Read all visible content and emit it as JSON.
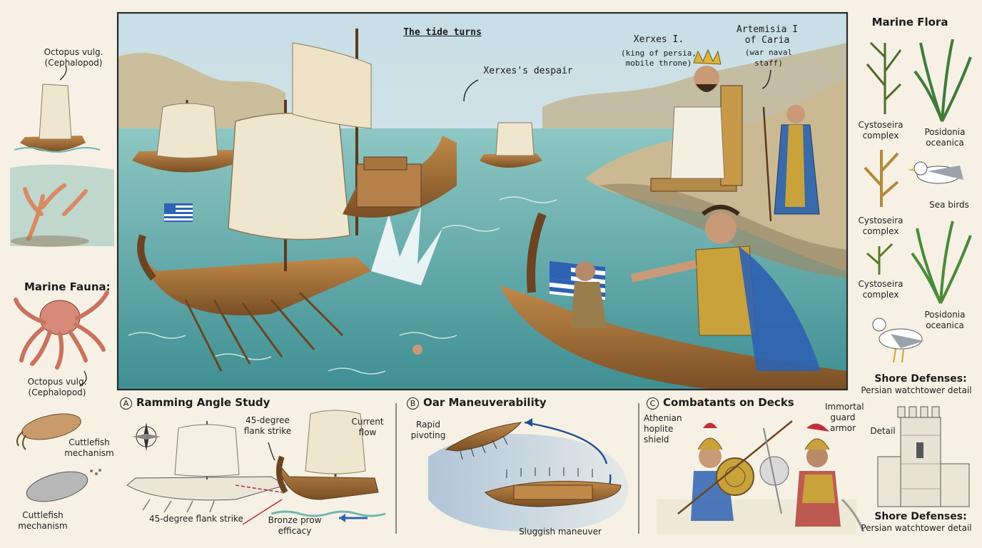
{
  "scene": {
    "title": "The tide turns",
    "xerxes_despair": "Xerxes's despair",
    "xerxes_name": "Xerxes I.",
    "xerxes_detail": "(king of persia, mobile throne)",
    "artemisia_name": "Artemisia I of Caria",
    "artemisia_detail": "(war naval staff)"
  },
  "left_column": {
    "octopus_top": "Octopus vulg. (Cephalopod)",
    "fauna_heading": "Marine Fauna:",
    "octopus_bottom": "Octopus vulg. (Cephalopod)",
    "cuttlefish_1": "Cuttlefish mechanism",
    "cuttlefish_2": "Cuttlefish mechanism"
  },
  "right_column": {
    "flora_heading": "Marine Flora",
    "cystoseira_1": "Cystoseira complex",
    "posidonia_1": "Posidonia oceanica",
    "cystoseira_2": "Cystoseira complex",
    "sea_birds": "Sea birds",
    "cystoseira_3": "Cystoseira complex",
    "posidonia_2": "Posidonia oceanica",
    "shore_defenses_1": "Shore Defenses:",
    "watchtower_1": "Persian watchtower detail",
    "detail": "Detail",
    "shore_defenses_2": "Shore Defenses:",
    "watchtower_2": "Persian watchtower detail"
  },
  "panel_a": {
    "marker": "A",
    "title": "Ramming Angle Study",
    "flank_strike_top": "45-degree flank strike",
    "current_flow": "Current flow",
    "flank_strike_bottom": "45-degree flank strike",
    "bronze_prow": "Bronze prow efficacy"
  },
  "panel_b": {
    "marker": "B",
    "title": "Oar Maneuverability",
    "rapid_pivoting": "Rapid pivoting",
    "sluggish": "Sluggish maneuver"
  },
  "panel_c": {
    "marker": "C",
    "title": "Combatants on Decks",
    "athenian": "Athenian hoplite shield",
    "immortal": "Immortal guard armor"
  },
  "colors": {
    "sea": "#6fb5b3",
    "sky": "#cfe3ea",
    "wood": "#a0703a",
    "sail": "#efe6cf",
    "greek_blue": "#2e62b3",
    "gold": "#c9a23c"
  }
}
